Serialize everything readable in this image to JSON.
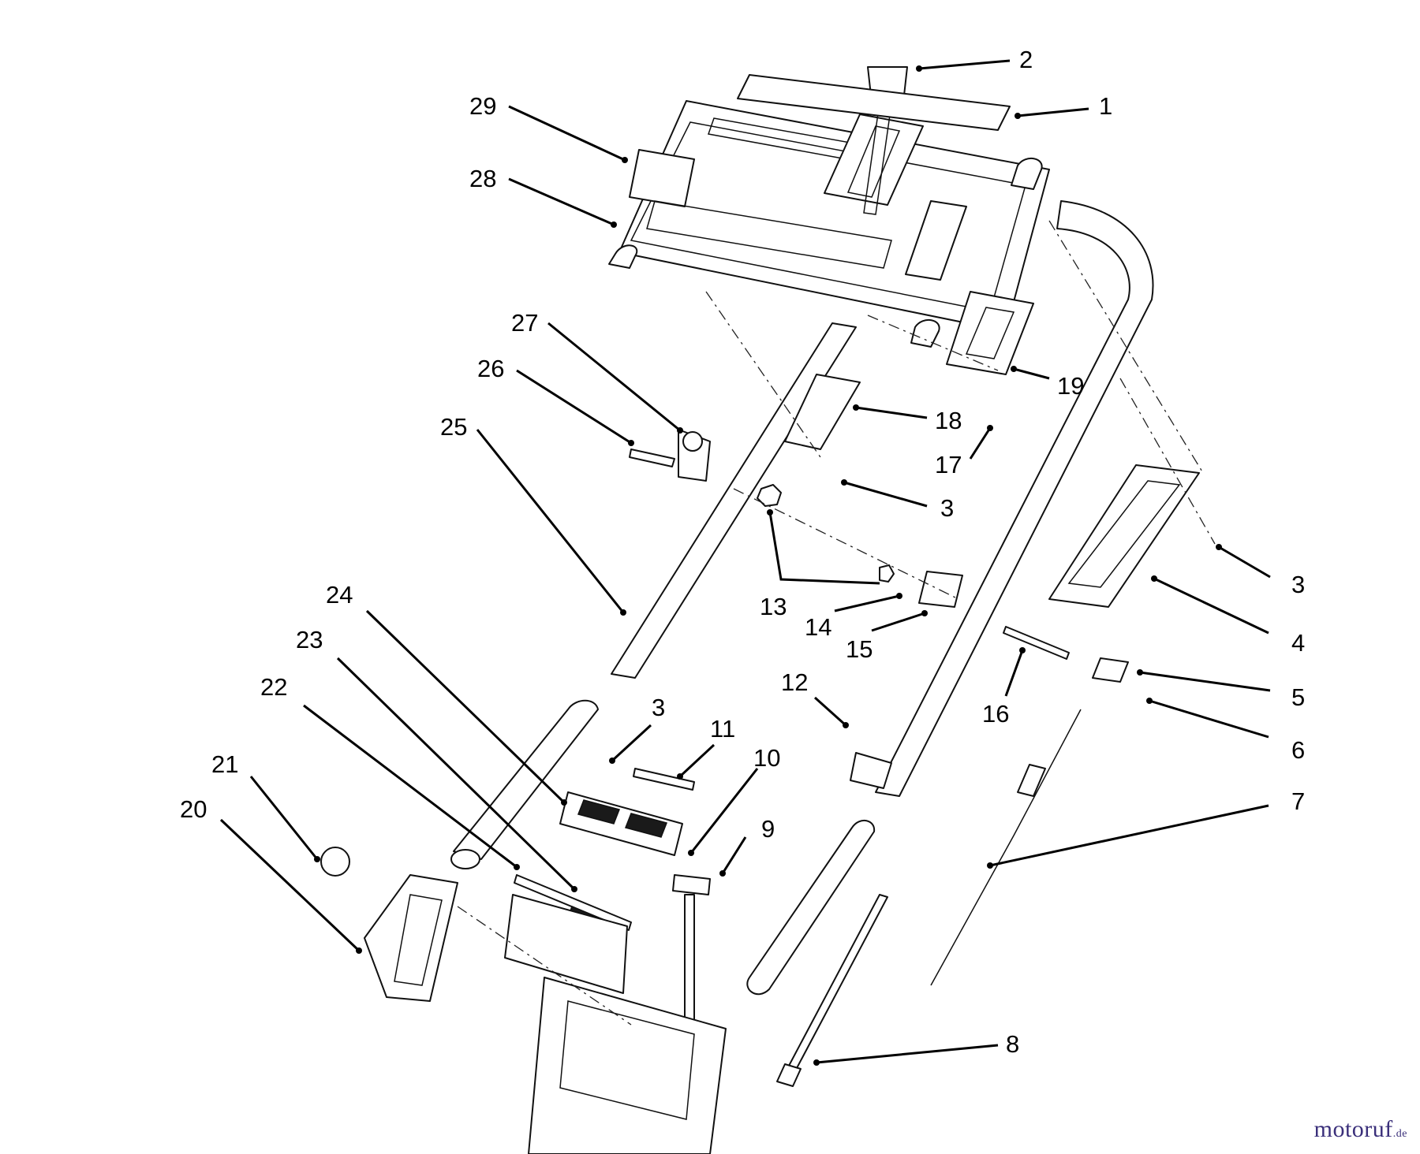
{
  "callouts": [
    {
      "label": "1"
    },
    {
      "label": "2"
    },
    {
      "label": "29"
    },
    {
      "label": "28"
    },
    {
      "label": "27"
    },
    {
      "label": "26"
    },
    {
      "label": "25"
    },
    {
      "label": "18"
    },
    {
      "label": "17"
    },
    {
      "label": "19"
    },
    {
      "label": "3"
    },
    {
      "label": "3"
    },
    {
      "label": "4"
    },
    {
      "label": "13"
    },
    {
      "label": "14"
    },
    {
      "label": "15"
    },
    {
      "label": "16"
    },
    {
      "label": "5"
    },
    {
      "label": "6"
    },
    {
      "label": "12"
    },
    {
      "label": "7"
    },
    {
      "label": "24"
    },
    {
      "label": "23"
    },
    {
      "label": "22"
    },
    {
      "label": "3"
    },
    {
      "label": "11"
    },
    {
      "label": "10"
    },
    {
      "label": "9"
    },
    {
      "label": "21"
    },
    {
      "label": "20"
    },
    {
      "label": "8"
    }
  ],
  "watermark": {
    "main": "motoruf",
    "tld": ".de"
  }
}
